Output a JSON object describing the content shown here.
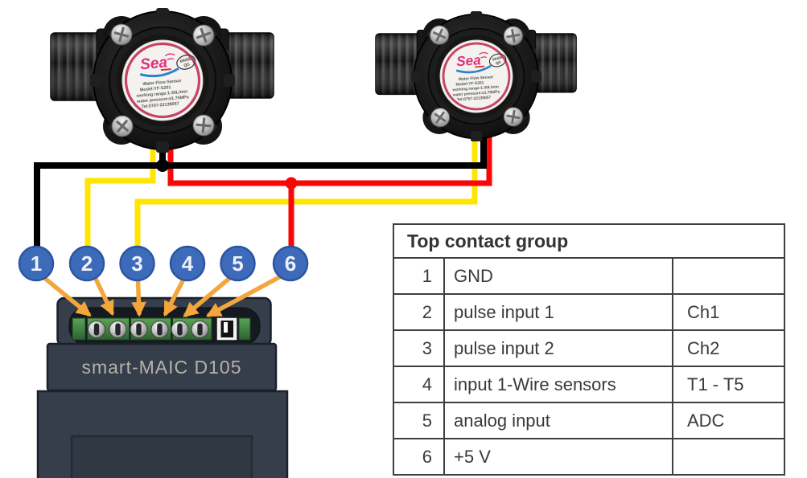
{
  "diagram": {
    "device_label": "smart-MAIC D105",
    "pins": [
      "1",
      "2",
      "3",
      "4",
      "5",
      "6"
    ],
    "sensor_label": {
      "brand": "Sea",
      "stamp_line1": "PASS",
      "stamp_line2": "QC",
      "lines": [
        "Water Flow Sensor",
        "Model:YF-S201",
        "working range:1-30L/min",
        "water pressure:≤1.75MPa",
        "Tel:0757-22139057"
      ]
    }
  },
  "colors": {
    "wire_yellow": "#ffe500",
    "wire_red": "#f90606",
    "wire_black": "#000000",
    "circle_blue": "#3d6bba",
    "circle_border": "#2b55a4",
    "arrow_orange": "#f3a63c",
    "device_body": "#353e4a",
    "pcb_green": "#3f8040",
    "label_ring_pink": "#c84166"
  },
  "table": {
    "title": "Top contact group",
    "rows": [
      {
        "num": "1",
        "desc": "GND",
        "tag": ""
      },
      {
        "num": "2",
        "desc": "pulse input 1",
        "tag": "Ch1"
      },
      {
        "num": "3",
        "desc": "pulse input 2",
        "tag": "Ch2"
      },
      {
        "num": "4",
        "desc": "input 1-Wire sensors",
        "tag": "T1 - T5"
      },
      {
        "num": "5",
        "desc": "analog input",
        "tag": "ADC"
      },
      {
        "num": "6",
        "desc": "+5 V",
        "tag": ""
      }
    ]
  }
}
